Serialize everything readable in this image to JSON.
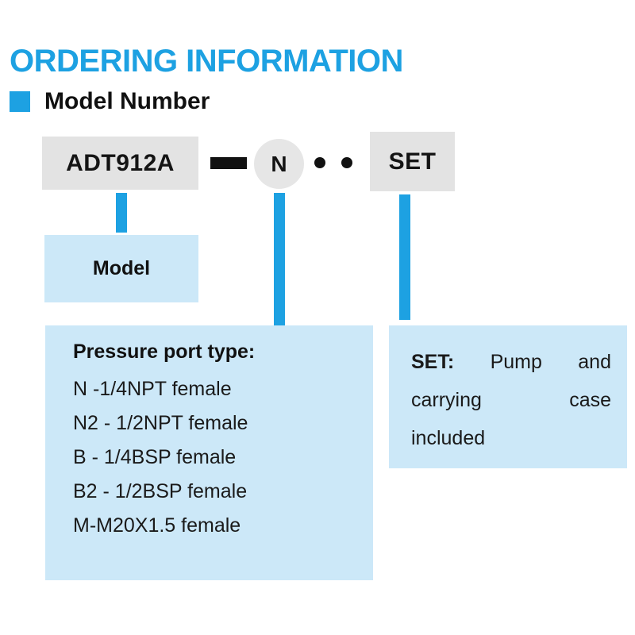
{
  "header": {
    "title": "ORDERING INFORMATION",
    "subheading": "Model Number",
    "bullet_icon": "blue-square-bullet"
  },
  "colors": {
    "accent_blue": "#1da1e2",
    "callout_blue": "#cce8f8",
    "code_gray": "#e3e3e3",
    "text_black": "#111111"
  },
  "model_number": {
    "segments": [
      {
        "id": "model-code",
        "label": "ADT912A",
        "shape": "rect"
      },
      {
        "id": "dash",
        "label": "-",
        "shape": "dash"
      },
      {
        "id": "port-code",
        "label": "N",
        "shape": "circle"
      },
      {
        "id": "dot-1",
        "label": "•",
        "shape": "dot"
      },
      {
        "id": "dot-2",
        "label": "•",
        "shape": "dot"
      },
      {
        "id": "set-code",
        "label": "SET",
        "shape": "rect"
      }
    ]
  },
  "callouts": {
    "model": {
      "label": "Model"
    },
    "pressure_port": {
      "title": "Pressure port type:",
      "options": [
        "N -1/4NPT female",
        "N2 - 1/2NPT female",
        "B - 1/4BSP female",
        "B2 - 1/2BSP female",
        "M-M20X1.5 female"
      ]
    },
    "set": {
      "lead": "SET:",
      "line1_rest": " Pump and",
      "line2": "carrying case",
      "line3": "included",
      "full_text": "SET: Pump and carrying case included"
    }
  }
}
